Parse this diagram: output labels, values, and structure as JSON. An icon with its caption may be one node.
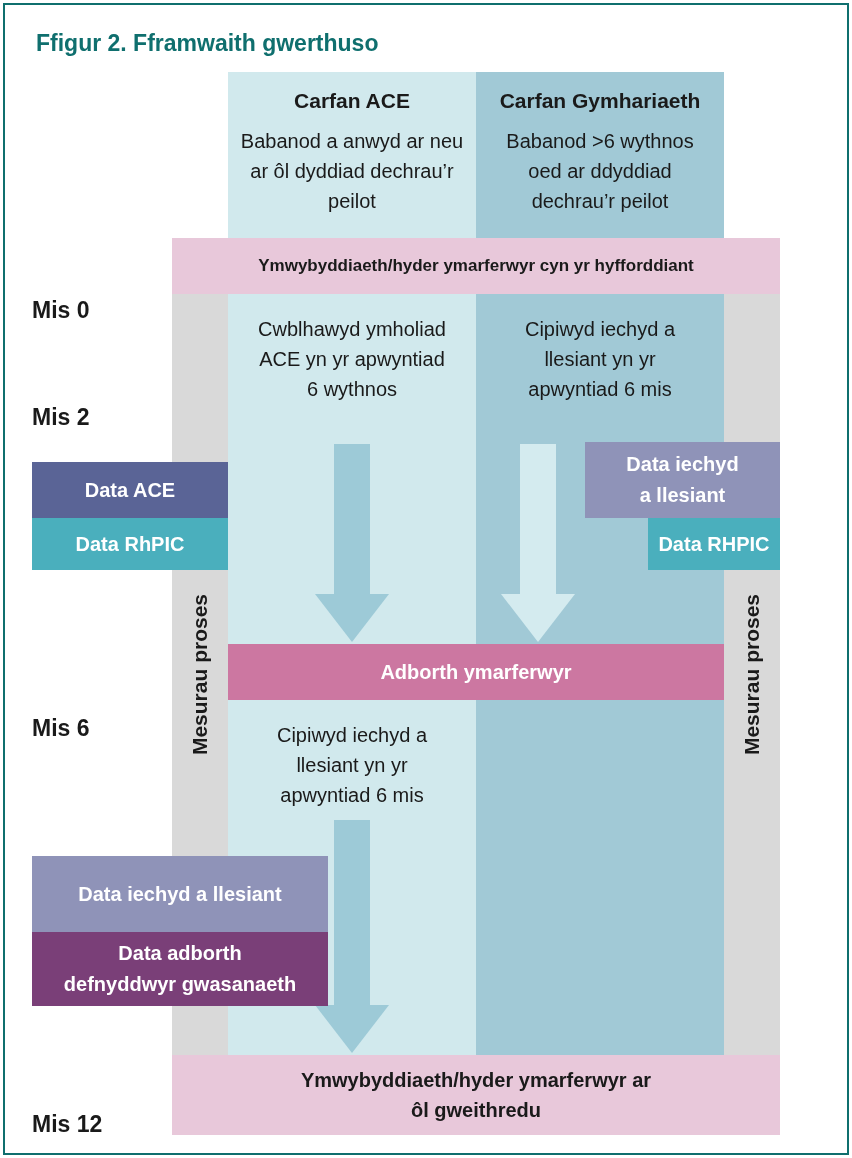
{
  "diagram": {
    "title": "Ffigur 2. Fframwaith gwerthuso",
    "nodes": [
      {
        "text": [
          "Carfan ACE",
          "Babanod a anwyd ar neu ar ôl dyddiad dechrau’r peilot"
        ]
      },
      {
        "text": [
          "Carfan Gymhariaeth",
          "Babanod >6 wythnos oed ar ddyddiad dechrau’r peilot"
        ]
      },
      {
        "text": [
          "Ymwybyddiaeth/hyder ymarferwyr cyn yr hyfforddiant"
        ]
      },
      {
        "text": [
          "Mesurau proses"
        ]
      },
      {
        "text": [
          "Mesurau proses"
        ]
      },
      {
        "text": [
          "Cwblhawyd ymholiad ACE yn yr apwyntiad 6 wythnos"
        ],
        "in": 0
      },
      {
        "text": [
          "Cipiwyd iechyd a llesiant yn yr apwyntiad 6 mis"
        ],
        "in": 1
      },
      {
        "text": [
          "Data ACE"
        ]
      },
      {
        "text": [
          "Data iechyd a llesiant"
        ]
      },
      {
        "text": [
          "Data RhPIC"
        ]
      },
      {
        "text": [
          "Data RHPIC"
        ]
      },
      {
        "text": [
          "Adborth ymarferwyr"
        ]
      },
      {
        "text": [
          "Cipiwyd iechyd a llesiant yn yr apwyntiad 6 mis"
        ],
        "in": 0
      },
      {
        "text": [
          "Data iechyd a llesiant"
        ]
      },
      {
        "text": [
          "Data adborth defnyddwyr gwasanaeth"
        ]
      },
      {
        "text": [
          "Ymwybyddiaeth/hyder ymarferwyr ar ôl gweithredu"
        ]
      }
    ],
    "edges": [
      {
        "from": 5,
        "to": 11,
        "arrow": "to"
      },
      {
        "from": 6,
        "to": 11,
        "arrow": "to",
        "color": "#d4ebef"
      },
      {
        "from": 12,
        "to": 15,
        "arrow": "to"
      }
    ],
    "labels": [
      "Mis 0",
      "Mis 2",
      "Mis 6",
      "Mis 12"
    ]
  }
}
